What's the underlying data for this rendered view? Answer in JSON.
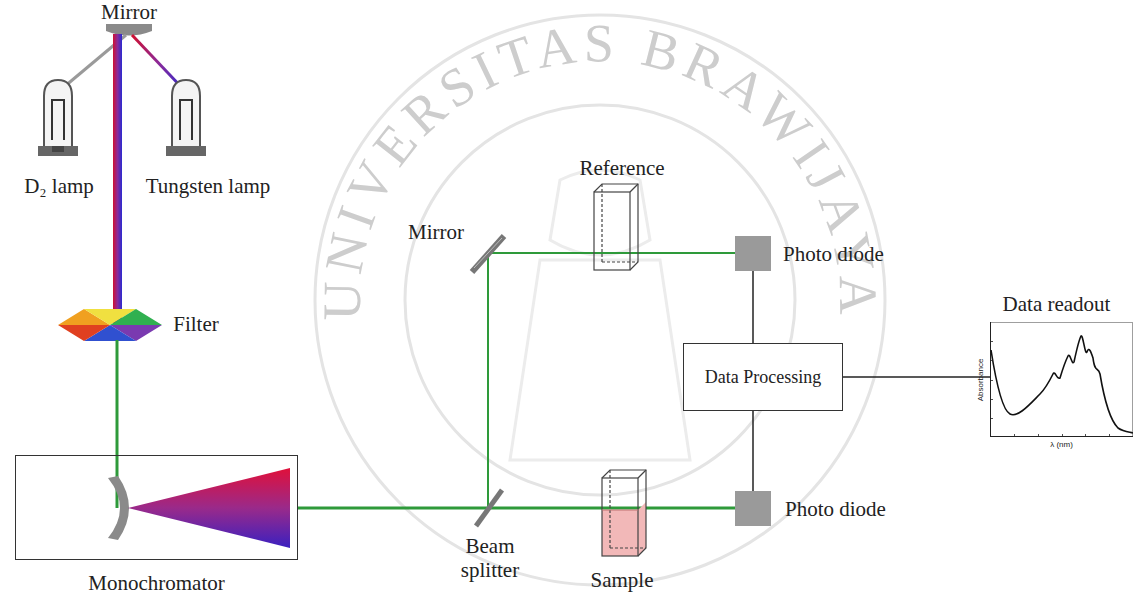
{
  "diagram": {
    "nodes": [
      {
        "text": [
          "Monochromator"
        ]
      },
      {
        "text": [
          "Photo diode"
        ]
      },
      {
        "text": [
          "Data Processing"
        ]
      },
      {
        "text": [
          "Photo diode"
        ]
      },
      {
        "text": [
          "Data readout",
          "Absorbance",
          "λ (nm)"
        ]
      }
    ],
    "edges": [
      {
        "from": 1,
        "to": 2,
        "arrow": "none"
      },
      {
        "from": 3,
        "to": 2,
        "arrow": "none"
      },
      {
        "from": 2,
        "to": 4,
        "arrow": "none"
      }
    ],
    "labels": [
      "Mirror",
      "D₂ lamp",
      "Tungsten lamp",
      "Filter",
      "Mirror",
      "Reference",
      "Beam splitter",
      "Sample",
      "UNIVERSITAS BRAWIJAYA"
    ]
  }
}
